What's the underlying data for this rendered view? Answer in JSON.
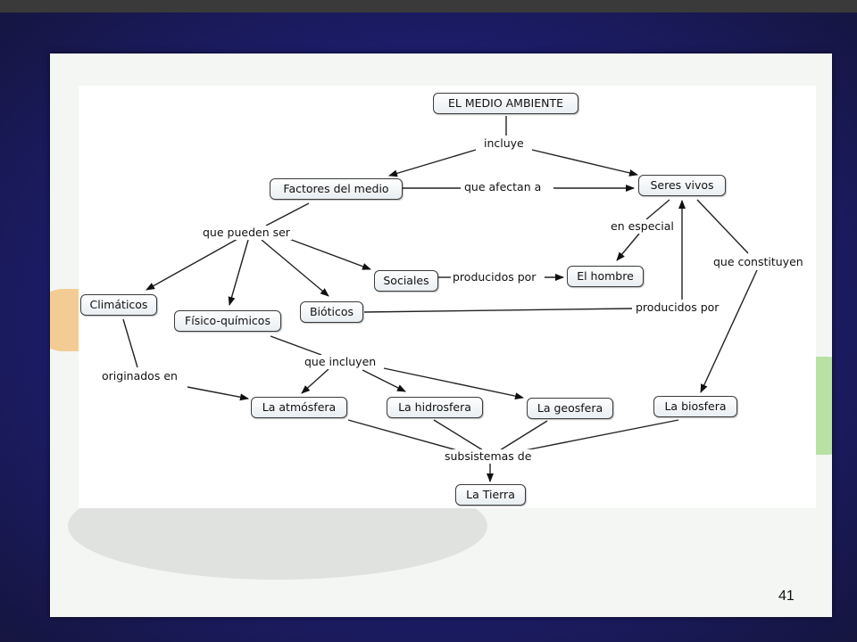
{
  "concept_map": {
    "nodes": {
      "medio_ambiente": "EL MEDIO AMBIENTE",
      "factores": "Factores del medio",
      "seres_vivos": "Seres vivos",
      "climaticos": "Climáticos",
      "fisico_quimicos": "Físico-químicos",
      "bioticos": "Bióticos",
      "sociales": "Sociales",
      "el_hombre": "El hombre",
      "atmosfera": "La atmósfera",
      "hidrosfera": "La hidrosfera",
      "geosfera": "La geosfera",
      "biosfera": "La biosfera",
      "tierra": "La Tierra"
    },
    "links": {
      "incluye": "incluye",
      "que_afectan_a": "que afectan a",
      "que_pueden_ser": "que pueden ser",
      "en_especial": "en especial",
      "que_constituyen": "que constituyen",
      "producidos_por_1": "producidos por",
      "producidos_por_2": "producidos por",
      "originados_en": "originados en",
      "que_incluyen": "que incluyen",
      "subsistemas_de": "subsistemas de"
    }
  },
  "slide": {
    "page_number": "41"
  }
}
